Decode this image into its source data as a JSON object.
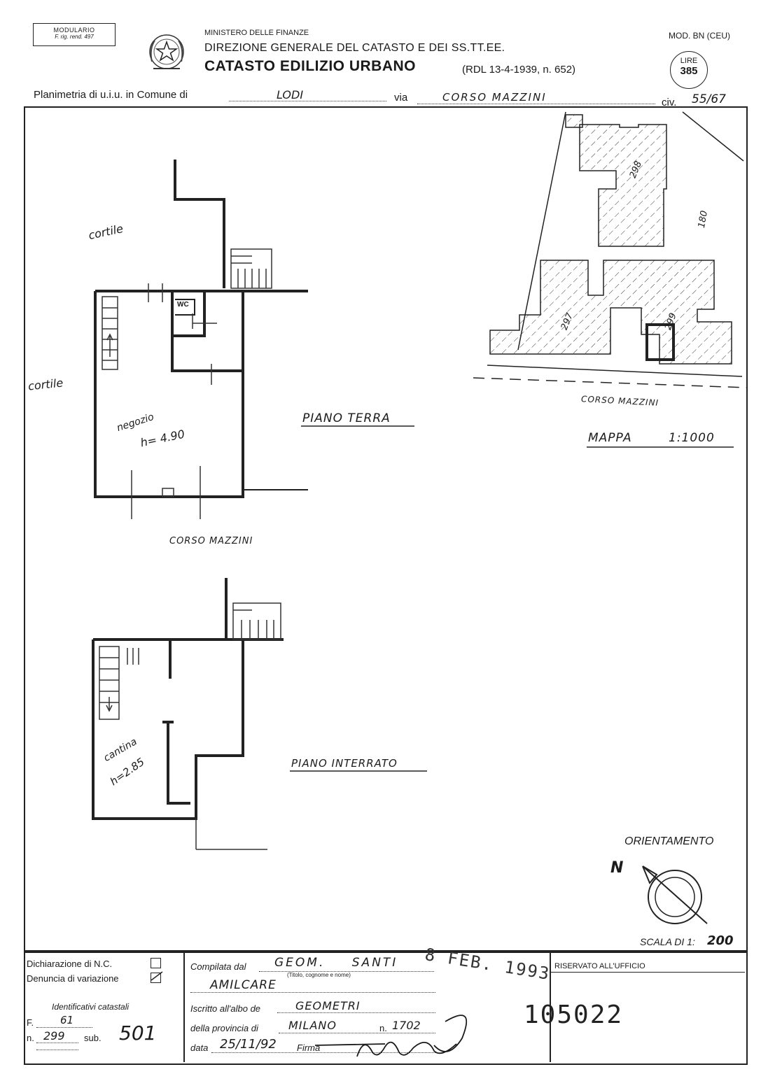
{
  "header": {
    "modulario_line1": "MODULARIO",
    "modulario_line2": "F. rig. rend. 497",
    "ministry": "MINISTERO DELLE FINANZE",
    "direction": "DIREZIONE GENERALE DEL CATASTO E DEI SS.TT.EE.",
    "title": "CATASTO EDILIZIO URBANO",
    "title_ref": "(RDL 13-4-1939, n. 652)",
    "model": "MOD. BN (CEU)",
    "lire_label": "LIRE",
    "lire_value": "385"
  },
  "location": {
    "prefix": "Planimetria di u.i.u. in Comune di",
    "comune": "LODI",
    "via_label": "via",
    "via": "CORSO MAZZINI",
    "civ_label": "civ.",
    "civ": "55/67"
  },
  "drawing": {
    "cortile_top": "cortile",
    "cortile_left": "cortile",
    "wc": "WC",
    "negozio": "negozio",
    "negozio_height": "h= 4.90",
    "piano_terra": "PIANO TERRA",
    "corso_mazzini_bottom": "CORSO MAZZINI",
    "cantina": "cantina",
    "cantina_height": "h=2.85",
    "piano_interrato": "PIANO INTERRATO",
    "map_parcel_298": "298",
    "map_parcel_180": "180",
    "map_parcel_297": "297",
    "map_parcel_299": "299",
    "map_street": "CORSO MAZZINI",
    "mappa": "MAPPA",
    "mappa_scale": "1:1000",
    "orientamento": "ORIENTAMENTO",
    "north": "N",
    "scala_label": "SCALA DI 1:",
    "scala_value": "200"
  },
  "footer": {
    "dich_nc": "Dichiarazione di N.C.",
    "denuncia": "Denuncia di variazione",
    "identificativi": "Identificativi catastali",
    "f_label": "F.",
    "f_value": "61",
    "n_label": "n.",
    "n_value": "299",
    "sub_label": "sub.",
    "sub_value": "501",
    "compilata_label": "Compilata dal",
    "compilata_value": "GEOM. SANTI",
    "titolo_note": "(Titolo, cognome e nome)",
    "nome_value": "AMILCARE",
    "iscritto_label": "Iscritto all'albo de",
    "iscritto_value": "GEOMETRI",
    "provincia_label": "della provincia di",
    "provincia_value": "MILANO",
    "n_albo_label": "n.",
    "n_albo_value": "1702",
    "data_label": "data",
    "data_value": "25/11/92",
    "firma_label": "Firma",
    "riservato": "RISERVATO ALL'UFFICIO",
    "stamp_date": "8 FEB. 1993",
    "stamp_number": "105022"
  }
}
